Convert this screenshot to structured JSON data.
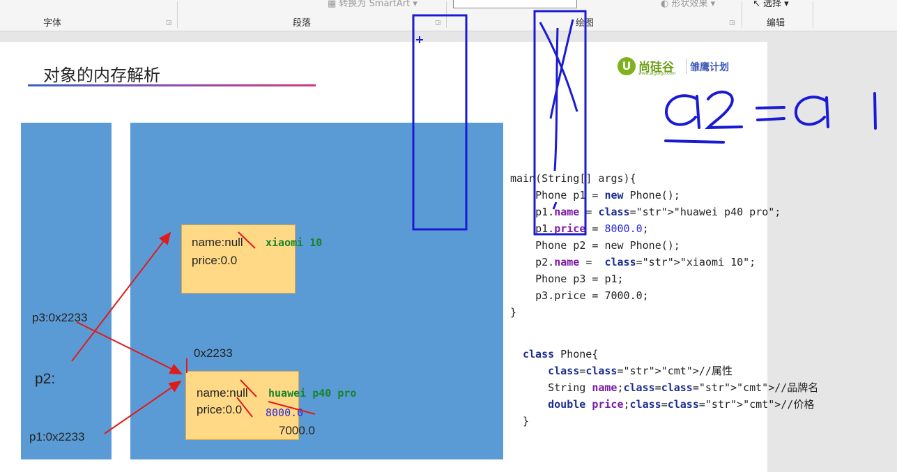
{
  "ribbon": {
    "groups": [
      "字体",
      "段落",
      "绘图",
      "编辑"
    ],
    "smartart_label": "转换为 SmartArt",
    "shape_effects_label": "形状效果",
    "select_label": "选择"
  },
  "slide": {
    "title": "对象的内存解析",
    "logo": {
      "brand": "尚硅谷",
      "site": "www.atguigu.com",
      "plan": "雏鹰计划"
    },
    "stack": {
      "p3": "p3:0x2233",
      "p2": "p2:",
      "p1": "p1:0x2233"
    },
    "obj_top": {
      "name_label": "name:null",
      "name_value": "xiaomi 10",
      "price_label": "price:0.0"
    },
    "obj_bottom": {
      "address": "0x2233",
      "name_label": "name:null",
      "name_value": "huawei p40 pro",
      "price_label": "price:0.0",
      "price_value_1": "8000.0",
      "price_value_2": "7000.0"
    },
    "code_main": [
      "main(String[] args){",
      "    Phone p1 = new Phone();",
      "    p1.name = \"huawei p40 pro\";",
      "    p1.price = 8000.0;",
      "    Phone p2 = new Phone();",
      "    p2.name =  \"xiaomi 10\";",
      "    Phone p3 = p1;",
      "    p3.price = 7000.0;",
      "}"
    ],
    "code_class": [
      "class Phone{",
      "    //属性",
      "    String name;//品牌名",
      "    double price;//价格",
      "}"
    ]
  },
  "annotation": {
    "handwritten": "a2 = a1"
  },
  "colors": {
    "memory_blue": "#5b9bd5",
    "object_fill": "#ffd986",
    "arrow_red": "#e01b1b",
    "ink_blue": "#1a1ad4"
  }
}
